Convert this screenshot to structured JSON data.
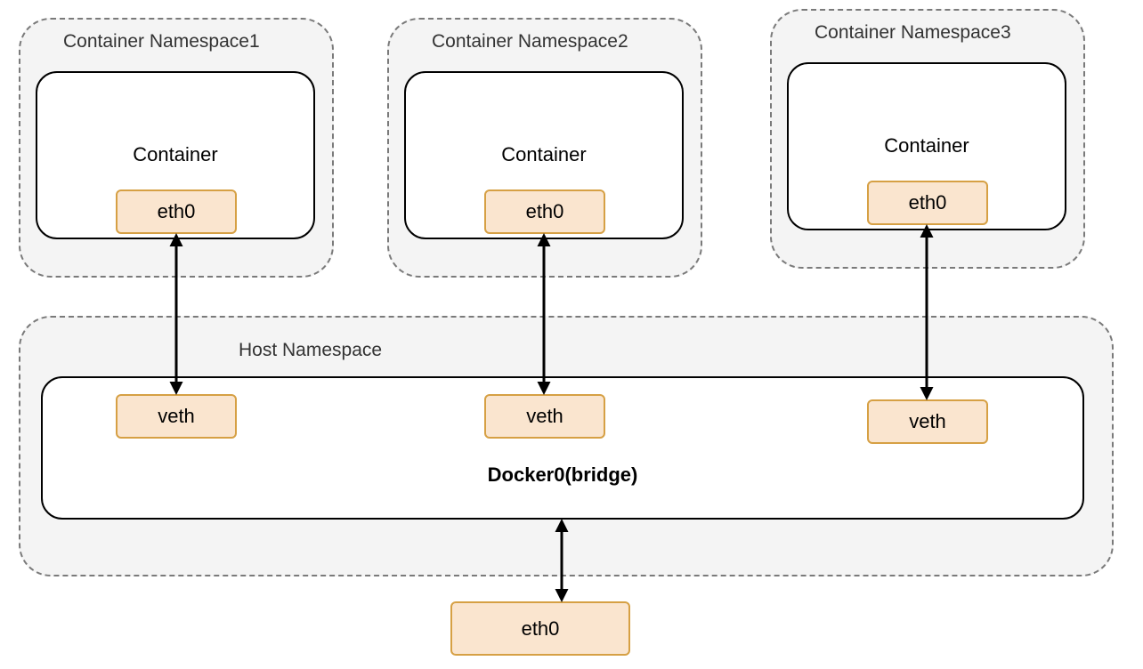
{
  "namespaces": [
    {
      "label": "Container Namespace1",
      "container_label": "Container",
      "interface": "eth0"
    },
    {
      "label": "Container Namespace2",
      "container_label": "Container",
      "interface": "eth0"
    },
    {
      "label": "Container Namespace3",
      "container_label": "Container",
      "interface": "eth0"
    }
  ],
  "host": {
    "label": "Host Namespace",
    "bridge_label": "Docker0(bridge)",
    "veths": [
      "veth",
      "veth",
      "veth"
    ],
    "external_interface": "eth0"
  },
  "colors": {
    "namespace_border": "#7a7a7a",
    "namespace_fill": "#f4f4f4",
    "interface_fill": "#fae5cf",
    "interface_border": "#d6a044",
    "link": "#000000"
  }
}
